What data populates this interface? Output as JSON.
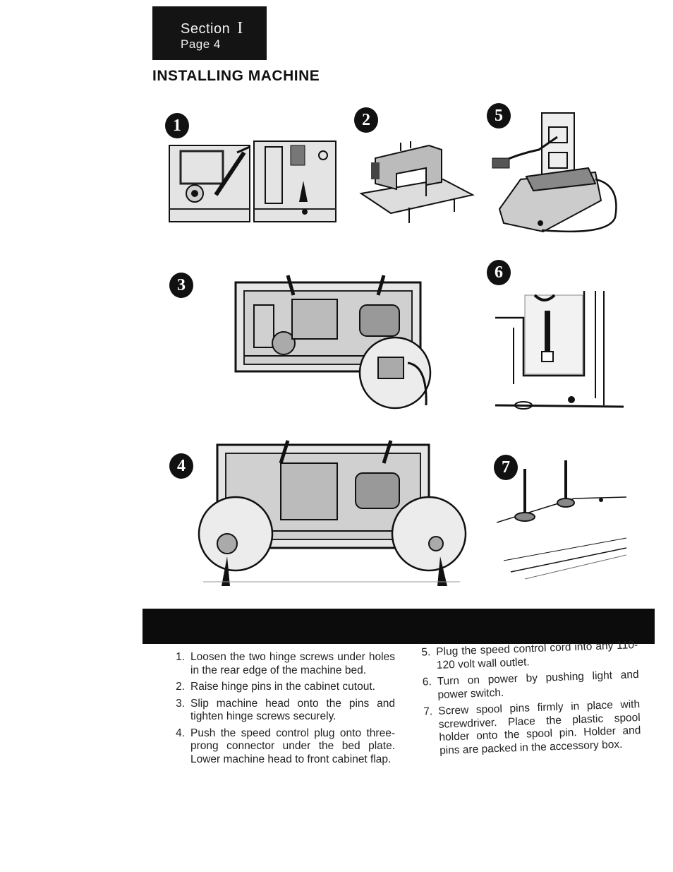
{
  "header": {
    "section_label": "Section",
    "section_numeral": "I",
    "page_label": "Page 4"
  },
  "title": "INSTALLING MACHINE",
  "figures": [
    {
      "number": "1",
      "icon": "hinge-screws-illustration"
    },
    {
      "number": "2",
      "icon": "sewing-machine-on-cabinet-illustration"
    },
    {
      "number": "3",
      "icon": "machine-underside-connector-illustration"
    },
    {
      "number": "4",
      "icon": "machine-underside-hinge-pins-illustration"
    },
    {
      "number": "5",
      "icon": "speed-control-outlet-illustration"
    },
    {
      "number": "6",
      "icon": "power-switch-illustration"
    },
    {
      "number": "7",
      "icon": "spool-pins-illustration"
    }
  ],
  "steps_left": [
    {
      "number": "1.",
      "text": "Loosen the two hinge screws under holes in the rear edge of the machine bed."
    },
    {
      "number": "2.",
      "text": "Raise hinge pins in the cabinet cutout."
    },
    {
      "number": "3.",
      "text": "Slip machine head onto the pins and tighten hinge screws securely."
    },
    {
      "number": "4.",
      "text": "Push the speed control plug onto three-prong connector under the bed plate. Lower machine head to front cabinet flap."
    }
  ],
  "steps_right": [
    {
      "number": "5.",
      "text": "Plug the speed control cord into any 110-120 volt wall outlet."
    },
    {
      "number": "6.",
      "text": "Turn on power by pushing light and power switch."
    },
    {
      "number": "7.",
      "text": "Screw spool pins firmly in place with screwdriver. Place the plastic spool holder onto the spool pin. Holder and pins are packed in the accessory box."
    }
  ],
  "colors": {
    "ink": "#1a1a1a",
    "paper": "#ffffff",
    "band": "#0c0c0c"
  }
}
